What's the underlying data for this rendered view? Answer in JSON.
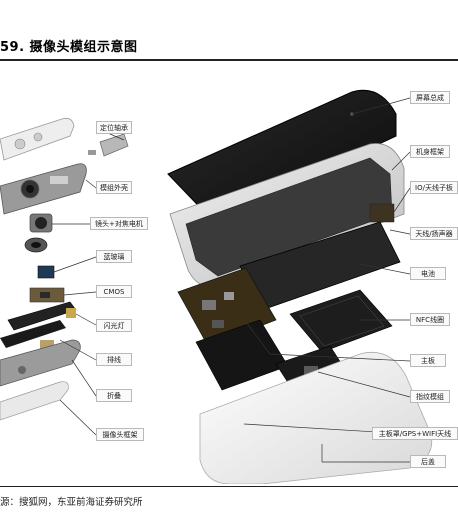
{
  "title": "59. 摄像头模组示意图",
  "left_labels": [
    "定位轴承",
    "模组外壳",
    "镜头+对焦电机",
    "蓝玻璃",
    "CMOS",
    "闪光灯",
    "排线",
    "折叠",
    "摄像头框架"
  ],
  "right_labels": [
    "屏幕总成",
    "机身框架",
    "IO/天线子板",
    "天线/扬声器",
    "电池",
    "NFC线圈",
    "主板",
    "指纹模组",
    "主板罩/GPS+WIFI天线",
    "后盖"
  ],
  "source": "源：搜狐网，东亚前海证券研究所",
  "colors": {
    "line": "#222222",
    "box_border": "#b9b9b9",
    "panel_dark": "#151515",
    "frame_light": "#e6e6e6"
  }
}
